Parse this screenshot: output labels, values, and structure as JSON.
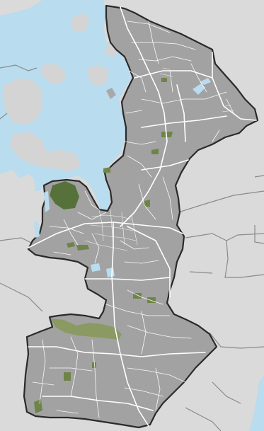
{
  "map": {
    "colors": {
      "background": "#d4d4d4",
      "water": "#b9dcef",
      "land_outside": "#e2e2e2",
      "district": "#a2a2a2",
      "district_border": "#2a2a2a",
      "roads": "#ffffff",
      "parks": "#7c8e55",
      "forest": "#56723a",
      "boundary_lines": "#8a8a8a"
    },
    "features": [
      "sea-area",
      "district-area",
      "lakes",
      "parks",
      "road-network",
      "neighbor-boundaries"
    ]
  }
}
